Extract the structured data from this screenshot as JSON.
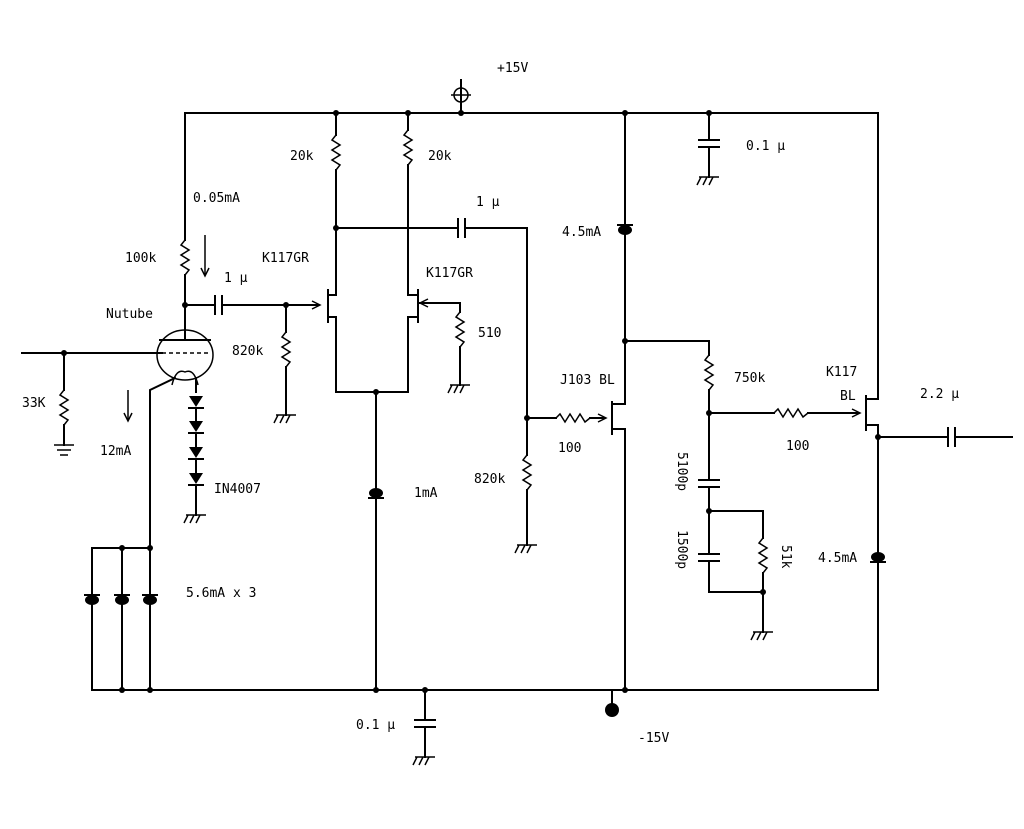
{
  "supply": {
    "positive": "+15V",
    "negative": "-15V"
  },
  "tube": {
    "name": "Nutube"
  },
  "labels": {
    "r_100k": "100k",
    "i_005ma": "0.05mA",
    "c_1u_grid": "1 µ",
    "r_820k_a": "820k",
    "r_33k": "33K",
    "i_12ma": "12mA",
    "d_in4007": "IN4007",
    "i_56ma": "5.6mA x 3",
    "r_20k_a": "20k",
    "r_20k_b": "20k",
    "q_k117gr_a": "K117GR",
    "q_k117gr_b": "K117GR",
    "r_510": "510",
    "i_1ma": "1mA",
    "c_01u_bot": "0.1 µ",
    "c_1u_top": "1 µ",
    "r_820k_b": "820k",
    "r_100_a": "100",
    "q_j103": "J103 BL",
    "i_45ma_a": "4.5mA",
    "c_01u_top": "0.1 µ",
    "r_750k": "750k",
    "c_5100p": "5100p",
    "c_1500p": "1500p",
    "r_51k": "51k",
    "r_100_b": "100",
    "q_k117": "K117",
    "q_bl": "BL",
    "c_22u": "2.2 µ",
    "i_45ma_b": "4.5mA"
  }
}
